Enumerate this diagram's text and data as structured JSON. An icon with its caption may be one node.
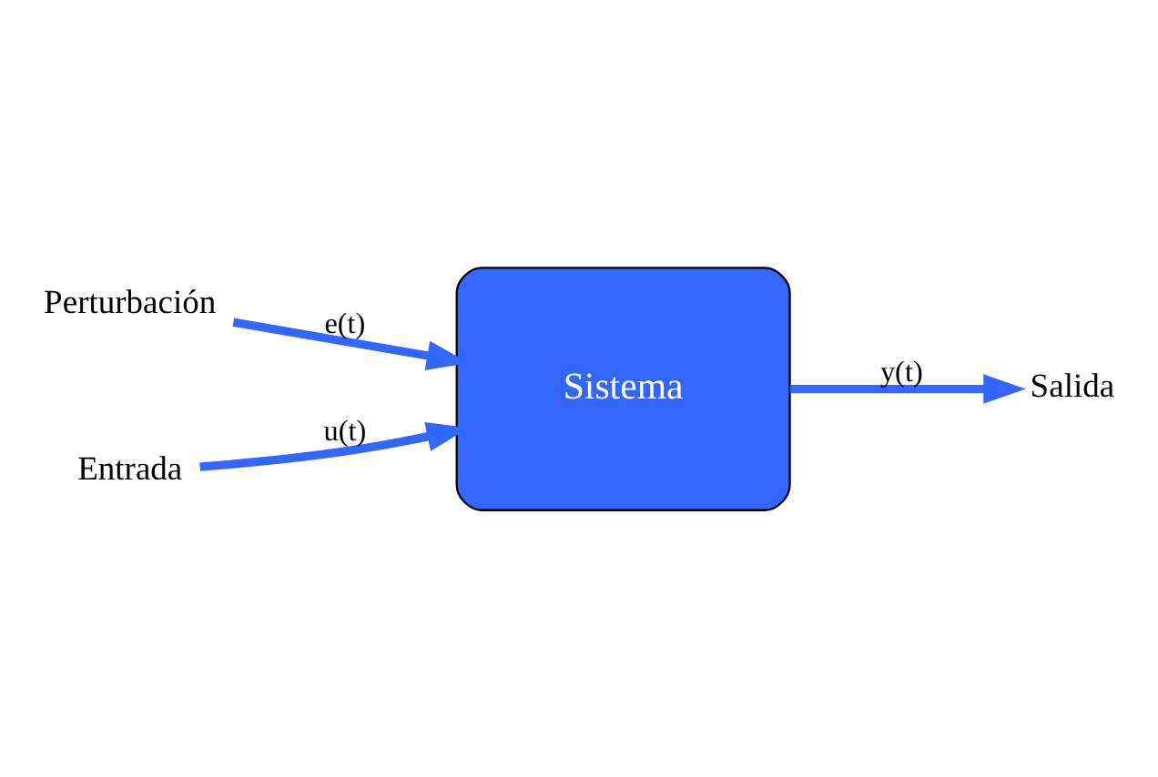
{
  "diagram": {
    "nodes": [
      {
        "text": [
          "Perturbación"
        ]
      },
      {
        "text": [
          "Entrada"
        ]
      },
      {
        "text": [
          "Sistema"
        ]
      },
      {
        "text": [
          "Salida"
        ]
      }
    ],
    "edges": [
      {
        "from": 0,
        "to": 2,
        "arrow": "to",
        "label": "e(t)"
      },
      {
        "from": 1,
        "to": 2,
        "arrow": "to",
        "label": "u(t)"
      },
      {
        "from": 2,
        "to": 3,
        "arrow": "to",
        "label": "y(t)"
      }
    ]
  }
}
